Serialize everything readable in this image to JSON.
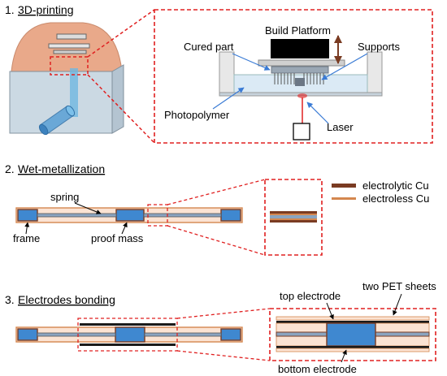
{
  "sections": [
    {
      "number": "1.",
      "title": "3D-printing"
    },
    {
      "number": "2.",
      "title": "Wet-metallization"
    },
    {
      "number": "3.",
      "title": "Electrodes bonding"
    }
  ],
  "printing": {
    "build_platform": "Build Platform",
    "cured_part": "Cured part",
    "supports": "Supports",
    "photopolymer": "Photopolymer",
    "laser": "Laser"
  },
  "metallization": {
    "spring": "spring",
    "frame": "frame",
    "proof_mass": "proof mass",
    "legend": [
      {
        "label": "electrolytic Cu",
        "color": "#7a3b22"
      },
      {
        "label": "electroless Cu",
        "color": "#d4874f"
      }
    ]
  },
  "bonding": {
    "top_electrode": "top electrode",
    "two_pet_sheets": "two PET sheets",
    "bottom_electrode": "bottom electrode"
  },
  "colors": {
    "accent_dashed": "#e02020",
    "photopolymer_blue": "#4a90d9",
    "peach": "#fbe3d3",
    "copper_dark": "#7a3b22",
    "copper_light": "#d4874f",
    "electrode_black": "#1a1a1a",
    "arrow_blue": "#3a7bd5"
  }
}
